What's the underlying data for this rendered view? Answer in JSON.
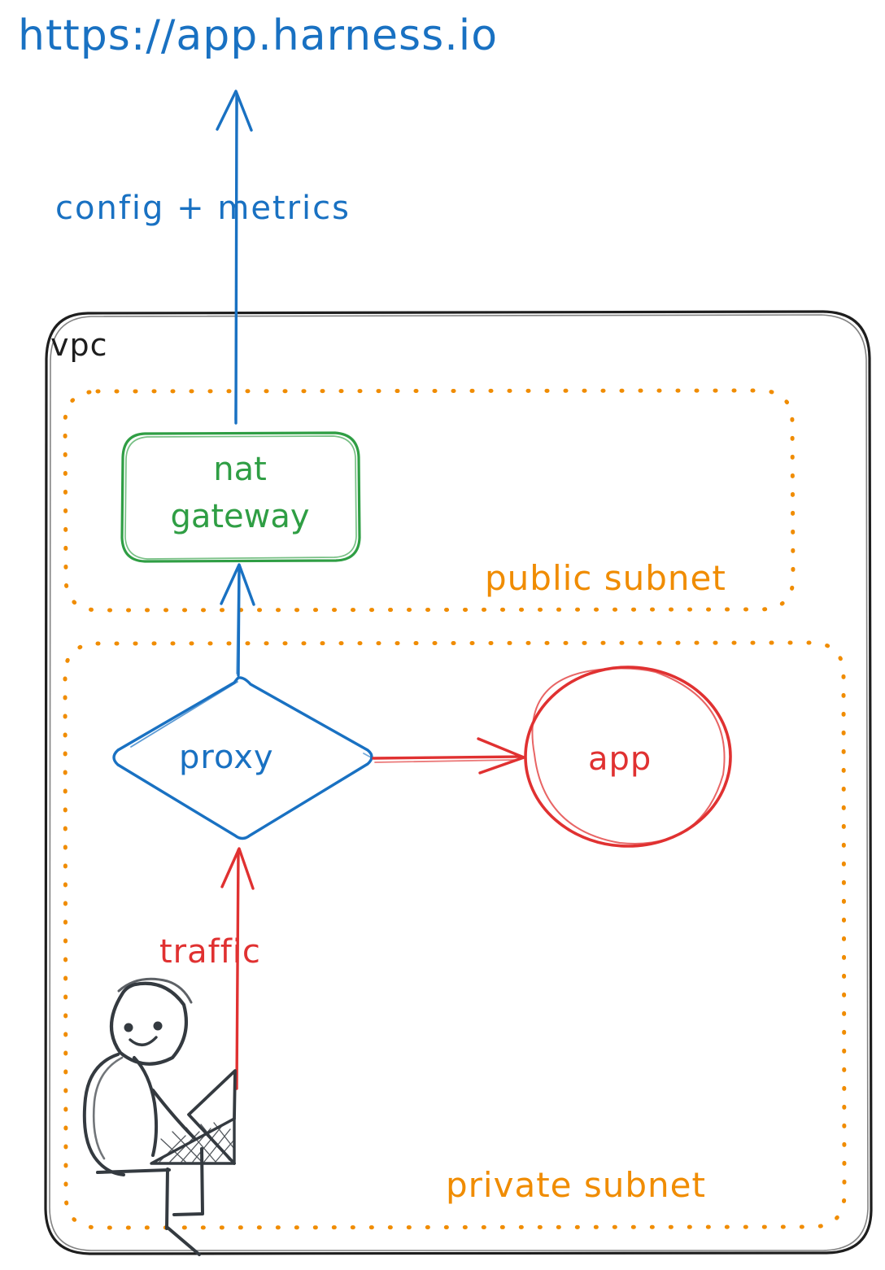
{
  "diagram": {
    "title": "Harness VPC network architecture (hand-drawn style)",
    "background": "#ffffff",
    "colors": {
      "blue": "#1971c2",
      "green": "#2f9e44",
      "orange": "#f08c00",
      "red": "#e03131",
      "black": "#1e1e1e",
      "figure": "#343a40"
    },
    "labels": {
      "url": "https://app.harness.io",
      "config_metrics": "config + metrics",
      "vpc": "vpc",
      "nat_gateway_line1": "nat",
      "nat_gateway_line2": "gateway",
      "public_subnet": "public subnet",
      "proxy": "proxy",
      "app": "app",
      "traffic": "traffic",
      "private_subnet": "private subnet"
    },
    "nodes": [
      {
        "id": "nat-gateway",
        "label": "nat gateway",
        "shape": "rounded-rectangle",
        "color": "#2f9e44",
        "container": "public subnet"
      },
      {
        "id": "proxy",
        "label": "proxy",
        "shape": "diamond",
        "color": "#1971c2",
        "container": "private subnet"
      },
      {
        "id": "app",
        "label": "app",
        "shape": "ellipse",
        "color": "#e03131",
        "container": "private subnet"
      },
      {
        "id": "user",
        "label": "person with laptop",
        "shape": "stick-figure",
        "color": "#343a40",
        "container": "private subnet"
      }
    ],
    "containers": [
      {
        "id": "vpc",
        "label": "vpc",
        "style": "solid rounded rectangle",
        "color": "#1e1e1e"
      },
      {
        "id": "public-subnet",
        "label": "public subnet",
        "style": "dotted rounded rectangle",
        "color": "#f08c00"
      },
      {
        "id": "private-subnet",
        "label": "private subnet",
        "style": "dotted rounded rectangle",
        "color": "#f08c00"
      }
    ],
    "edges": [
      {
        "from": "nat-gateway",
        "to": "https://app.harness.io",
        "label": "config + metrics",
        "color": "#1971c2",
        "direction": "up"
      },
      {
        "from": "proxy",
        "to": "nat-gateway",
        "label": "",
        "color": "#1971c2",
        "direction": "up"
      },
      {
        "from": "proxy",
        "to": "app",
        "label": "",
        "color": "#e03131",
        "direction": "right"
      },
      {
        "from": "user",
        "to": "proxy",
        "label": "traffic",
        "color": "#e03131",
        "direction": "up"
      }
    ]
  }
}
